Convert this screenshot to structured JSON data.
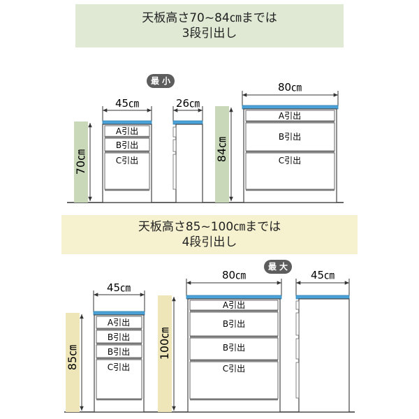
{
  "top_banner": {
    "line1": "天板高さ70~84㎝までは",
    "line2": "3段引出し"
  },
  "bottom_banner": {
    "line1": "天板高さ85~100㎝までは",
    "line2": "4段引出し"
  },
  "badge_min": "最小",
  "badge_max": "最大",
  "min": {
    "unit45": {
      "width": "45㎝",
      "drawers": [
        "A引出",
        "B引出",
        "C引出"
      ]
    },
    "side26": {
      "depth": "26㎝"
    },
    "height_small": "70㎝",
    "height_large": "84㎝",
    "unit80": {
      "width": "80㎝",
      "drawers": [
        "A引出",
        "B引出",
        "C引出"
      ]
    }
  },
  "max": {
    "unit45": {
      "width": "45㎝",
      "drawers": [
        "A引出",
        "B引出",
        "B引出",
        "C引出"
      ]
    },
    "height_small": "85㎝",
    "height_large": "100㎝",
    "unit80": {
      "width": "80㎝",
      "drawers": [
        "A引出",
        "B引出",
        "B引出",
        "C引出"
      ]
    },
    "side45": {
      "depth": "45㎝"
    }
  },
  "colors": {
    "top_banner_bg": "#dfe9d4",
    "bottom_banner_bg": "#f6f2d0",
    "height_bar_min": "#c8d8b8",
    "height_bar_max": "#eee6b8",
    "top_board": "#4aa3d8",
    "badge_bg": "#5d5d5d"
  }
}
